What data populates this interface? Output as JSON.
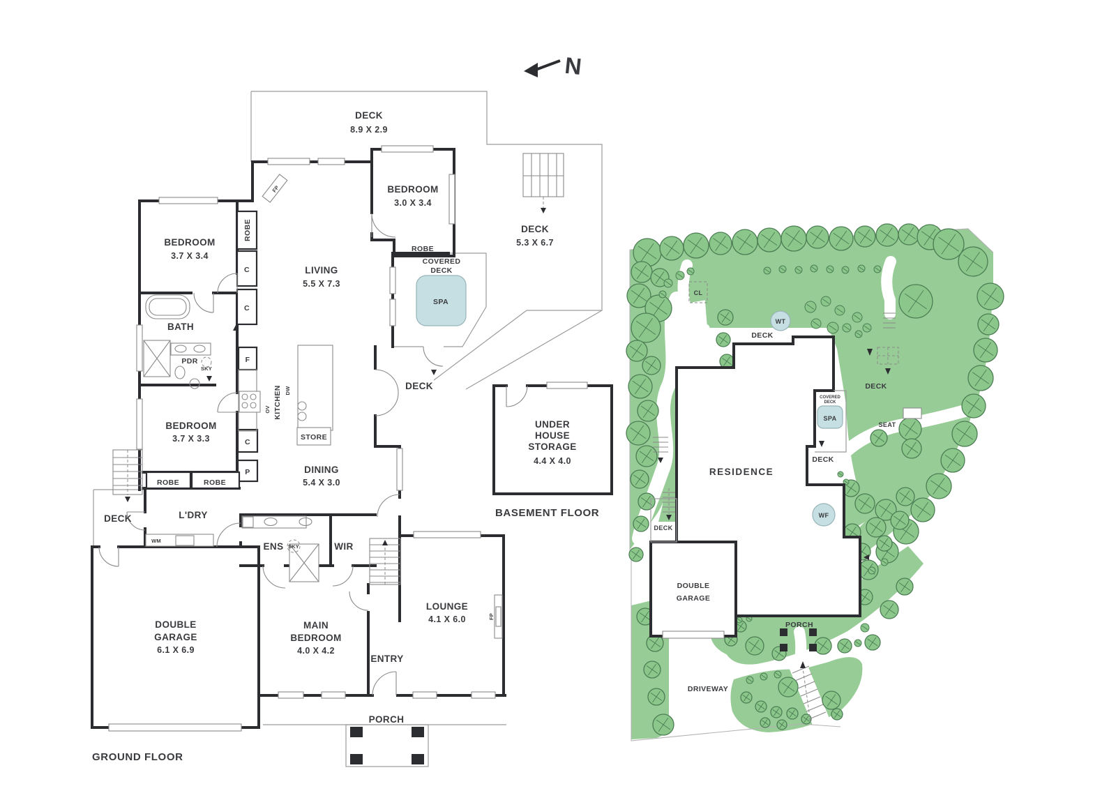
{
  "compass": {
    "n": "N"
  },
  "ground_floor": {
    "title": "GROUND FLOOR",
    "deck_top": {
      "name": "DECK",
      "dims": "8.9 X 2.9"
    },
    "bedroom2": {
      "name": "BEDROOM",
      "dims": "3.0 X 3.4"
    },
    "bedroom2_robe": "ROBE",
    "deck_right": {
      "name": "DECK",
      "dims": "5.3 X 6.7"
    },
    "covered_deck": {
      "line1": "COVERED",
      "line2": "DECK"
    },
    "spa": "SPA",
    "fp_top": "FP",
    "robe_vert": "ROBE",
    "bedroom1": {
      "name": "BEDROOM",
      "dims": "3.7 X 3.4"
    },
    "closet1": "C",
    "closet2": "C",
    "living": {
      "name": "LIVING",
      "dims": "5.5 X 7.3"
    },
    "bath": "BATH",
    "pdr": "PDR",
    "pdr_sky": "SKY",
    "deck_mid": "DECK",
    "fridge": "F",
    "oven": "OV",
    "kitchen": "KITCHEN",
    "dw": "DW",
    "store": "STORE",
    "closet3": "C",
    "pantry": "P",
    "dining": {
      "name": "DINING",
      "dims": "5.4 X 3.0"
    },
    "bedroom3": {
      "name": "BEDROOM",
      "dims": "3.7 X 3.3"
    },
    "robe1": "ROBE",
    "robe2": "ROBE",
    "deck_left": "DECK",
    "laundry": "L'DRY",
    "wm": "WM",
    "ens": "ENS",
    "ens_sky": "SKY",
    "wir": "WIR",
    "garage": {
      "line1": "DOUBLE",
      "line2": "GARAGE",
      "dims": "6.1 X 6.9"
    },
    "main_bedroom": {
      "line1": "MAIN",
      "line2": "BEDROOM",
      "dims": "4.0 X 4.2"
    },
    "entry": "ENTRY",
    "lounge": {
      "name": "LOUNGE",
      "dims": "4.1 X 6.0"
    },
    "fp_right": "FP",
    "porch": "PORCH"
  },
  "basement": {
    "title": "BASEMENT FLOOR",
    "storage": {
      "line1": "UNDER",
      "line2": "HOUSE",
      "line3": "STORAGE",
      "dims": "4.4 X 4.0"
    }
  },
  "site": {
    "residence": "RESIDENCE",
    "cl": "CL",
    "wt": "WT",
    "wf": "WF",
    "deck_top": "DECK",
    "deck_right": "DECK",
    "deck_mid": "DECK",
    "deck_left": "DECK",
    "covered_deck": {
      "line1": "COVERED",
      "line2": "DECK"
    },
    "spa": "SPA",
    "seat": "SEAT",
    "garage": {
      "line1": "DOUBLE",
      "line2": "GARAGE"
    },
    "porch": "PORCH",
    "driveway": "DRIVEWAY"
  },
  "colors": {
    "wall": "#2c2d31",
    "text": "#3a3b3f",
    "lawn": "#97cc97",
    "tree_fill": "#8bc78b",
    "tree_stroke": "#4c7d53",
    "water": "#c6dfe2",
    "spa": "#b9d9dd"
  }
}
